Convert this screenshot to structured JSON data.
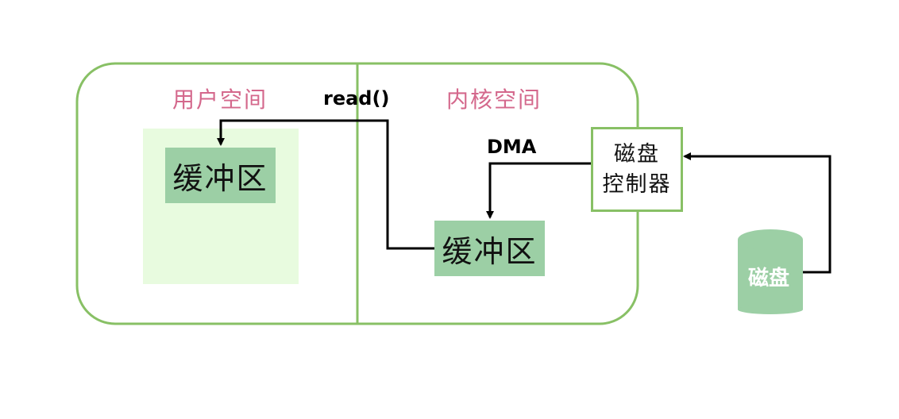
{
  "user_space": {
    "label": "用户空间",
    "buffer_label": "缓冲区"
  },
  "kernel_space": {
    "label": "内核空间",
    "buffer_label": "缓冲区"
  },
  "syscall": {
    "label": "read()"
  },
  "dma": {
    "label": "DMA"
  },
  "disk_controller": {
    "line1": "磁盘",
    "line2": "控制器"
  },
  "disk": {
    "label": "磁盘"
  },
  "colors": {
    "border_green": "#88c065",
    "user_area_fill": "#e8fbdf",
    "buffer_fill": "#9ccfa5",
    "space_label": "#d4688c",
    "disk_fill": "#9ccfa5",
    "arrow": "#000000"
  }
}
